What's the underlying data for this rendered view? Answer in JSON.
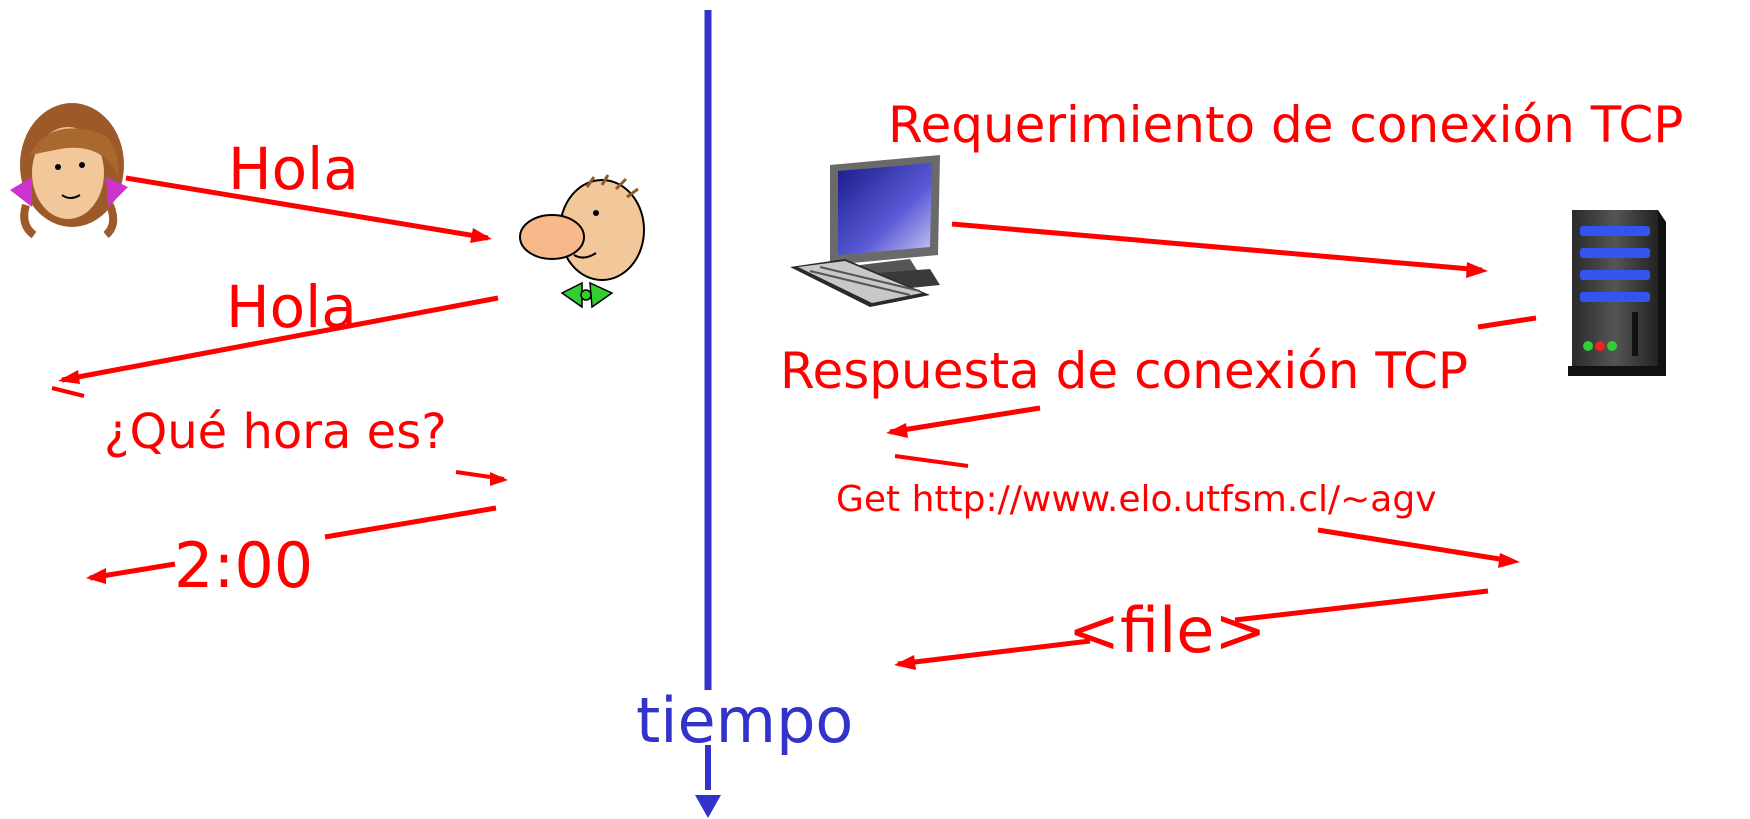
{
  "colors": {
    "message": "#ff0000",
    "timeline": "#3333cc",
    "background": "#ffffff"
  },
  "human_protocol": {
    "icons": [
      "woman-icon",
      "man-icon"
    ],
    "messages": [
      {
        "label": "Hola"
      },
      {
        "label": "Hola"
      },
      {
        "label": "¿Qué hora es?"
      },
      {
        "label": "2:00"
      }
    ]
  },
  "timeline": {
    "label": "tiempo"
  },
  "network_protocol": {
    "icons": [
      "computer-icon",
      "server-icon"
    ],
    "messages": [
      {
        "label": "Requerimiento de conexión TCP"
      },
      {
        "label": "Respuesta de conexión TCP"
      },
      {
        "label": "Get http://www.elo.utfsm.cl/~agv"
      },
      {
        "label": "<file>"
      }
    ]
  }
}
